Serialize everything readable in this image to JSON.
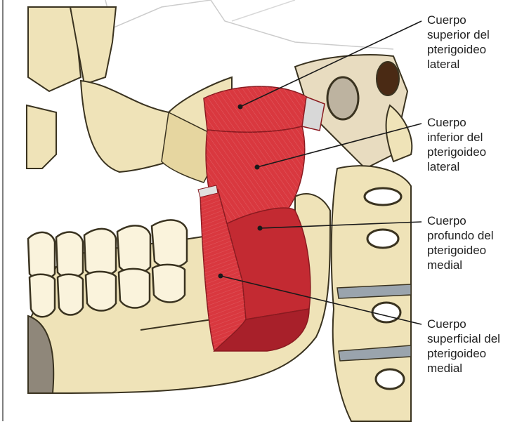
{
  "figure": {
    "labels": [
      {
        "id": "upper-lateral",
        "lines": [
          "Cuerpo",
          "superior del",
          "pterigoideo",
          "lateral"
        ]
      },
      {
        "id": "lower-lateral",
        "lines": [
          "Cuerpo",
          "inferior del",
          "pterigoideo",
          "lateral"
        ]
      },
      {
        "id": "deep-medial",
        "lines": [
          "Cuerpo",
          "profundo del",
          "pterigoideo",
          "medial"
        ]
      },
      {
        "id": "superficial-medial",
        "lines": [
          "Cuerpo",
          "superficial del",
          "pterigoideo",
          "medial"
        ]
      }
    ],
    "caption": ""
  },
  "colors": {
    "bone": "#efe3b8",
    "bone_outline": "#3a3320",
    "muscle": "#d9383f",
    "muscle_dark": "#a8202a",
    "leader": "#1a1a1a",
    "label_text": "#222222"
  }
}
